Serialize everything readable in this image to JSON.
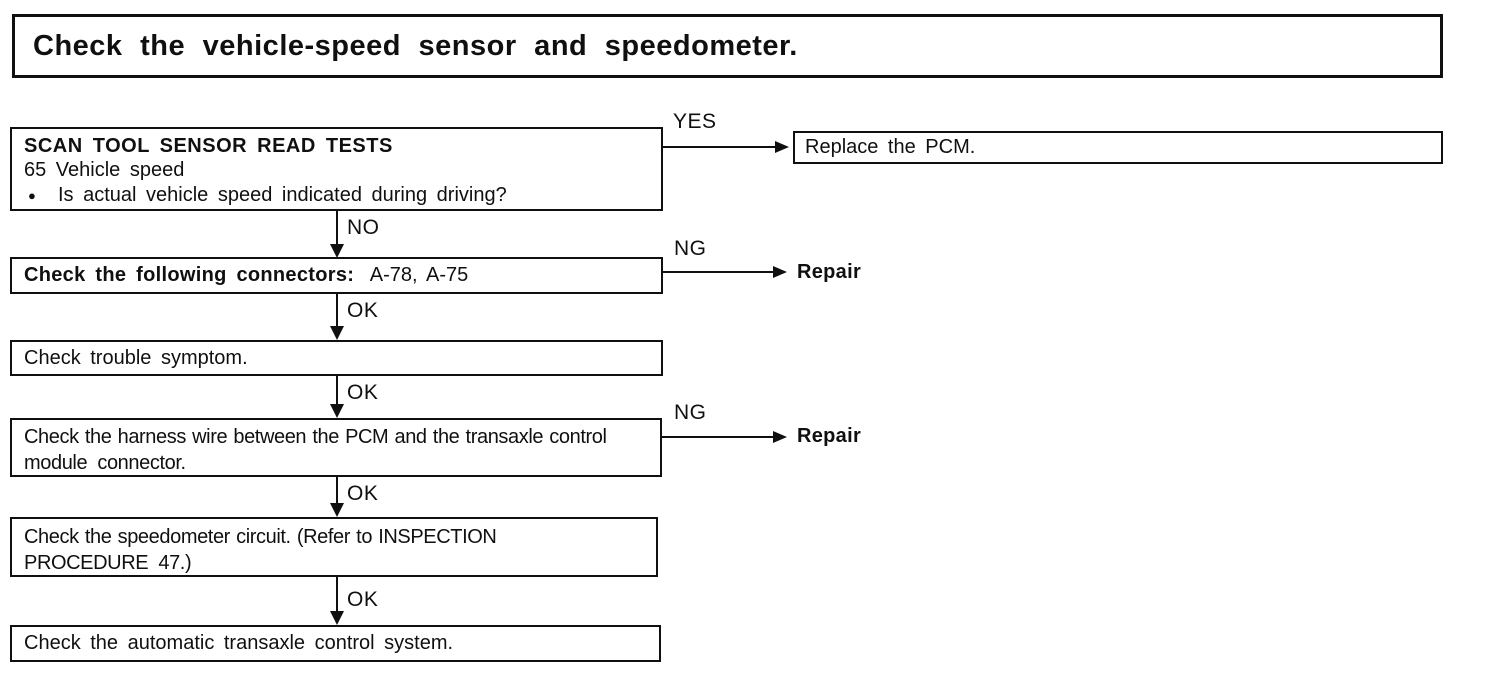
{
  "ink_color": "#101010",
  "title": "Check the vehicle-speed sensor and speedometer.",
  "labels": {
    "yes": "YES",
    "no": "NO",
    "ok": "OK",
    "ng": "NG"
  },
  "nodes": {
    "scan_tool": {
      "heading": "SCAN TOOL SENSOR READ TESTS",
      "line2": "65 Vehicle speed",
      "bullet": "●",
      "question": "Is actual vehicle speed indicated during driving?"
    },
    "replace_pcm": "Replace the PCM.",
    "check_connectors": {
      "lead": "Check the following connectors:",
      "value": "A-78, A-75"
    },
    "check_trouble": "Check trouble symptom.",
    "check_harness": {
      "line1": "Check the harness wire between the PCM and the transaxle control",
      "line2": "module connector."
    },
    "check_speedometer": {
      "line1": "Check the speedometer circuit. (Refer to INSPECTION",
      "line2": "PROCEDURE 47.)"
    },
    "check_transaxle": "Check the automatic transaxle control system.",
    "repair": "Repair"
  }
}
